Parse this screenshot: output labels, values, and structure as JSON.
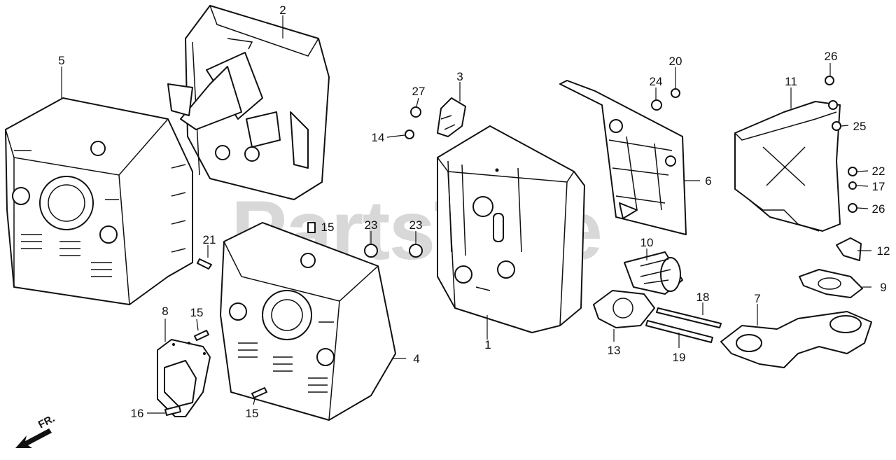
{
  "watermark": "PartsTree",
  "front_indicator": "FR.",
  "callouts": [
    "1",
    "2",
    "3",
    "4",
    "5",
    "6",
    "7",
    "8",
    "9",
    "10",
    "11",
    "12",
    "13",
    "14",
    "15",
    "15",
    "15",
    "15",
    "16",
    "17",
    "18",
    "19",
    "20",
    "21",
    "22",
    "23",
    "23",
    "24",
    "25",
    "26",
    "26",
    "27"
  ]
}
